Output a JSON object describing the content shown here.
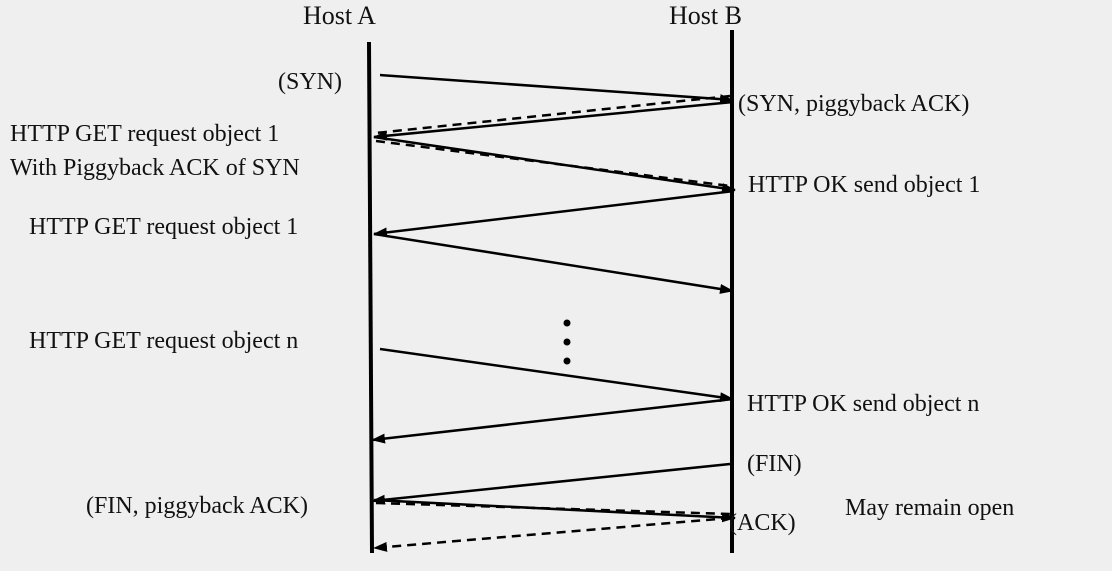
{
  "hosts": {
    "a": "Host A",
    "b": "Host B"
  },
  "labels": {
    "syn": "(SYN)",
    "syn_ack": "(SYN,  piggyback ACK)",
    "get1_line1": "HTTP GET request object 1",
    "get1_line2": "With Piggyback ACK of SYN",
    "ok1": "HTTP OK send object 1",
    "get1_again": "HTTP GET request object 1",
    "getn": "HTTP GET request object n",
    "okn": "HTTP OK send object n",
    "fin": "(FIN)",
    "fin_ack": "(FIN,  piggyback ACK)",
    "ack": "(ACK)",
    "open": "May remain open"
  },
  "colors": {
    "background": "#efefef",
    "ink": "#000000"
  }
}
